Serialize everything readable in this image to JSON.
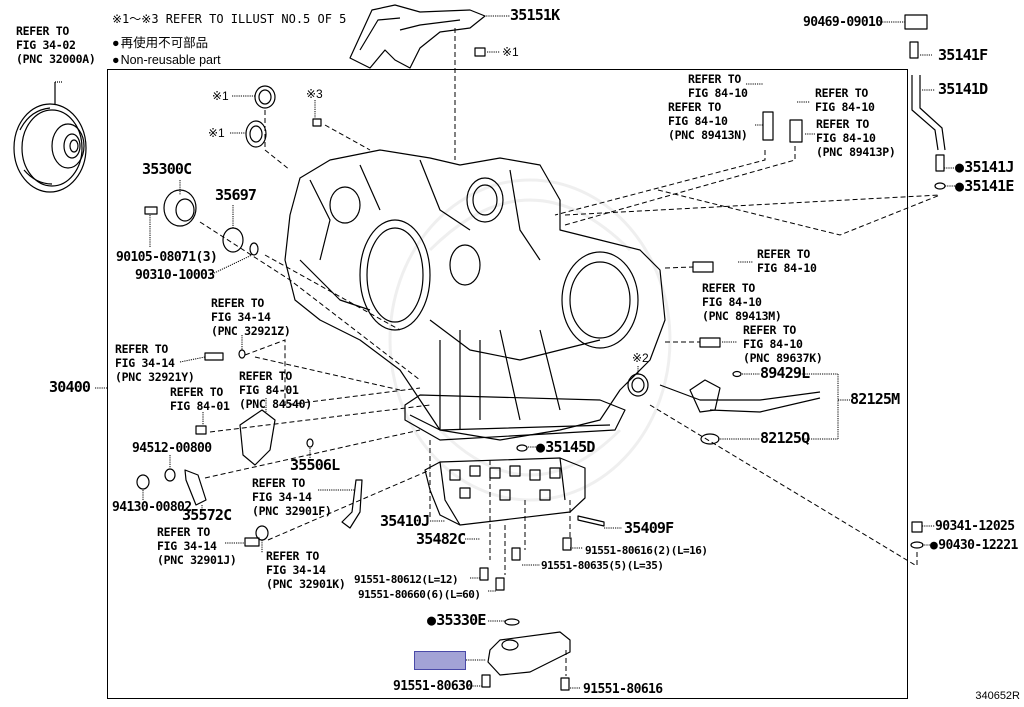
{
  "diagram": {
    "title_note": "※1～※3 REFER TO ILLUST NO.5 OF 5",
    "legend": [
      {
        "symbol": "●",
        "text": "再使用不可部品"
      },
      {
        "symbol": "●",
        "text": "Non-reusable part"
      }
    ],
    "illustration_code": "340652R",
    "highlight_color": "#a3a3d6",
    "labels": {
      "torque_converter_ref": "REFER TO\nFIG 34-02\n(PNC 32000A)",
      "assembly": "30400",
      "p35151k": "35151K",
      "note1_a": "※1",
      "note1_b": "※1",
      "note1_c": "※1",
      "note3": "※3",
      "note2": "※2",
      "p35300c": "35300C",
      "p35697": "35697",
      "p90105": "90105-08071(3)",
      "p90310": "90310-10003",
      "ref_32921z": "REFER TO\nFIG 34-14\n(PNC 32921Z)",
      "ref_32921y": "REFER TO\nFIG 34-14\n(PNC 32921Y)",
      "ref_84_01": "REFER TO\nFIG 84-01",
      "ref_84540": "REFER TO\nFIG 84-01\n(PNC 84540)",
      "p94512": "94512-00800",
      "p94130": "94130-00802",
      "p35572c": "35572C",
      "p35506l": "35506L",
      "ref_32901f": "REFER TO\nFIG 34-14\n(PNC 32901F)",
      "ref_32901j": "REFER TO\nFIG 34-14\n(PNC 32901J)",
      "ref_32901k": "REFER TO\nFIG 34-14\n(PNC 32901K)",
      "p35410j": "35410J",
      "p35482c": "35482C",
      "p35145d": "35145D",
      "p35409f": "35409F",
      "p91551_80616_2": "91551-80616(2)(L=16)",
      "p91551_80635": "91551-80635(5)(L=35)",
      "p91551_80612": "91551-80612(L=12)",
      "p91551_80660": "91551-80660(6)(L=60)",
      "p35330e": "35330E",
      "p91551_80630": "91551-80630",
      "p91551_80616": "91551-80616",
      "p90469": "90469-09010",
      "p35141f": "35141F",
      "p35141d": "35141D",
      "p35141j": "35141J",
      "p35141e": "35141E",
      "ref_84_10_bolt1": "REFER TO\nFIG 84-10",
      "ref_89413n": "REFER TO\nFIG 84-10\n(PNC 89413N)",
      "ref_84_10_bolt2": "REFER TO\nFIG 84-10",
      "ref_89413p": "REFER TO\nFIG 84-10\n(PNC 89413P)",
      "ref_84_10_bolt3": "REFER TO\nFIG 84-10",
      "ref_89413m": "REFER TO\nFIG 84-10\n(PNC 89413M)",
      "ref_89637k": "REFER TO\nFIG 84-10\n(PNC 89637K)",
      "p89429l": "89429L",
      "p82125m": "82125M",
      "p82125q": "82125Q",
      "p90341": "90341-12025",
      "p90430": "90430-12221"
    }
  }
}
